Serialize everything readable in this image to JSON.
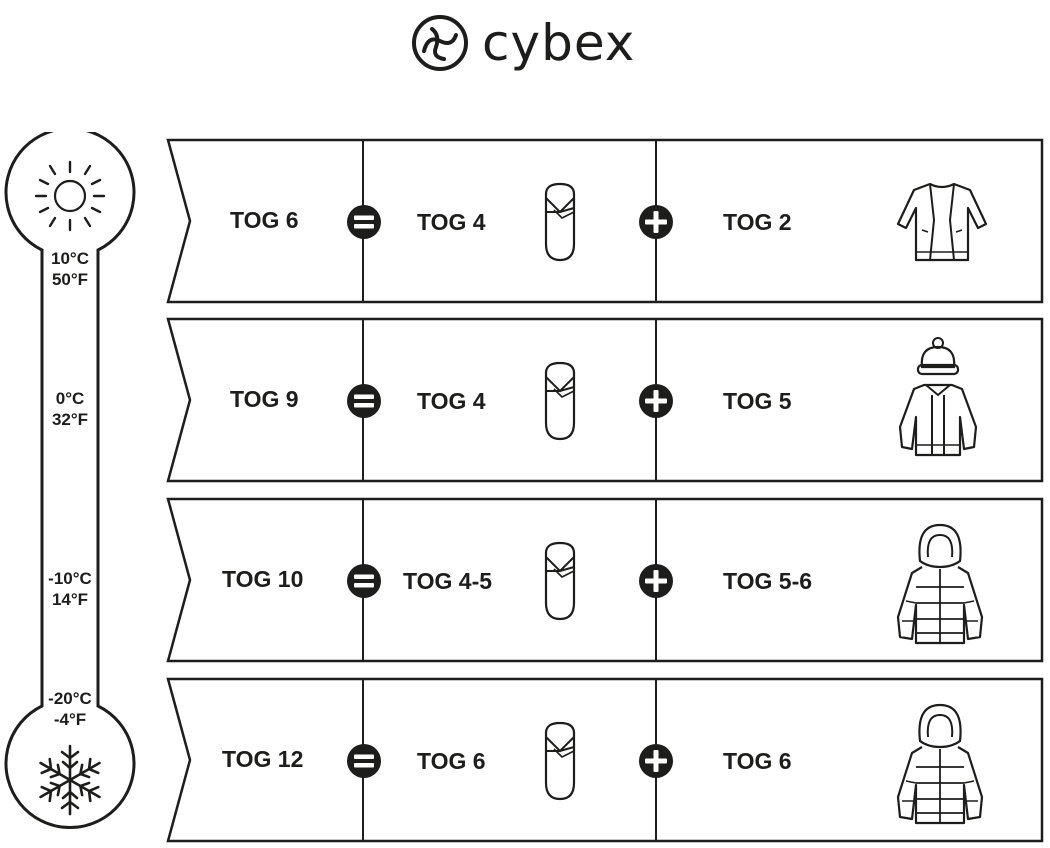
{
  "brand": {
    "name": "cybex",
    "logo_icon": "cybex-ring-logo"
  },
  "thermometer": {
    "top_icon": "sun-icon",
    "bottom_icon": "snowflake-icon",
    "labels": [
      {
        "celsius": "10°C",
        "fahrenheit": "50°F"
      },
      {
        "celsius": "0°C",
        "fahrenheit": "32°F"
      },
      {
        "celsius": "-10°C",
        "fahrenheit": "14°F"
      },
      {
        "celsius": "-20°C",
        "fahrenheit": "-4°F"
      }
    ]
  },
  "rows": [
    {
      "total": "TOG 6",
      "footmuff": "TOG 4",
      "clothing": "TOG 2",
      "clothing_icon": "cardigan-icon"
    },
    {
      "total": "TOG 9",
      "footmuff": "TOG 4",
      "clothing": "TOG 5",
      "clothing_icon": "jacket-with-hat-icon"
    },
    {
      "total": "TOG 10",
      "footmuff": "TOG 4-5",
      "clothing": "TOG 5-6",
      "clothing_icon": "hooded-parka-icon"
    },
    {
      "total": "TOG 12",
      "footmuff": "TOG 6",
      "clothing": "TOG 6",
      "clothing_icon": "hooded-parka-icon"
    }
  ],
  "symbols": {
    "equals": "equals-icon",
    "plus": "plus-icon",
    "footmuff": "footmuff-icon"
  }
}
